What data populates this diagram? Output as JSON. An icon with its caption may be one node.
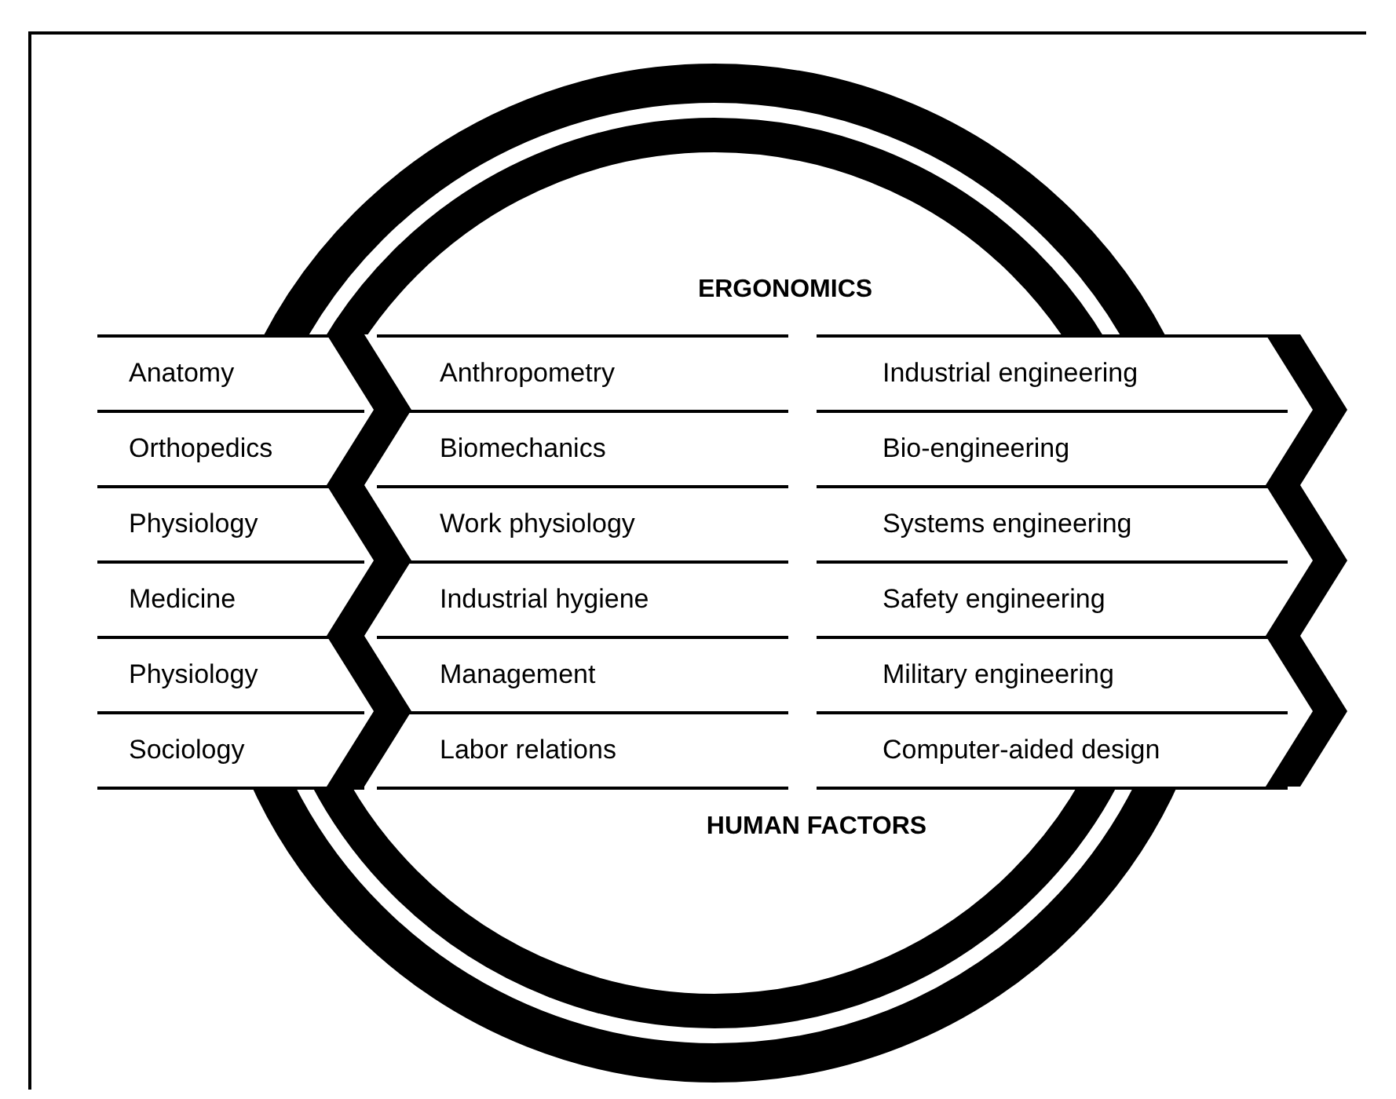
{
  "diagram": {
    "nodes": [
      {
        "text": [
          "Anatomy"
        ]
      },
      {
        "text": [
          "Anthropometry"
        ]
      },
      {
        "text": [
          "Industrial engineering"
        ]
      },
      {
        "text": [
          "Orthopedics"
        ]
      },
      {
        "text": [
          "Biomechanics"
        ]
      },
      {
        "text": [
          "Bio-engineering"
        ]
      },
      {
        "text": [
          "Physiology"
        ]
      },
      {
        "text": [
          "Work physiology"
        ]
      },
      {
        "text": [
          "Systems engineering"
        ]
      },
      {
        "text": [
          "Medicine"
        ]
      },
      {
        "text": [
          "Industrial hygiene"
        ]
      },
      {
        "text": [
          "Safety engineering"
        ]
      },
      {
        "text": [
          "Physiology"
        ]
      },
      {
        "text": [
          "Management"
        ]
      },
      {
        "text": [
          "Military engineering"
        ]
      },
      {
        "text": [
          "Sociology"
        ]
      },
      {
        "text": [
          "Labor relations"
        ]
      },
      {
        "text": [
          "Computer-aided design"
        ]
      }
    ],
    "labels": [
      "ERGONOMICS",
      "HUMAN FACTORS"
    ]
  }
}
